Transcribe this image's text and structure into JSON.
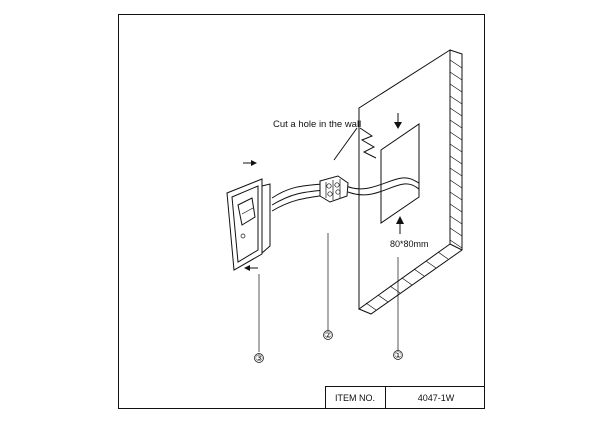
{
  "annotation": {
    "cut_hole": "Cut a hole in the wall",
    "hole_size": "80*80mm"
  },
  "callouts": {
    "c1": "①",
    "c2": "②",
    "c3": "③"
  },
  "title_block": {
    "item_label": "ITEM NO.",
    "item_value": "4047-1W"
  }
}
